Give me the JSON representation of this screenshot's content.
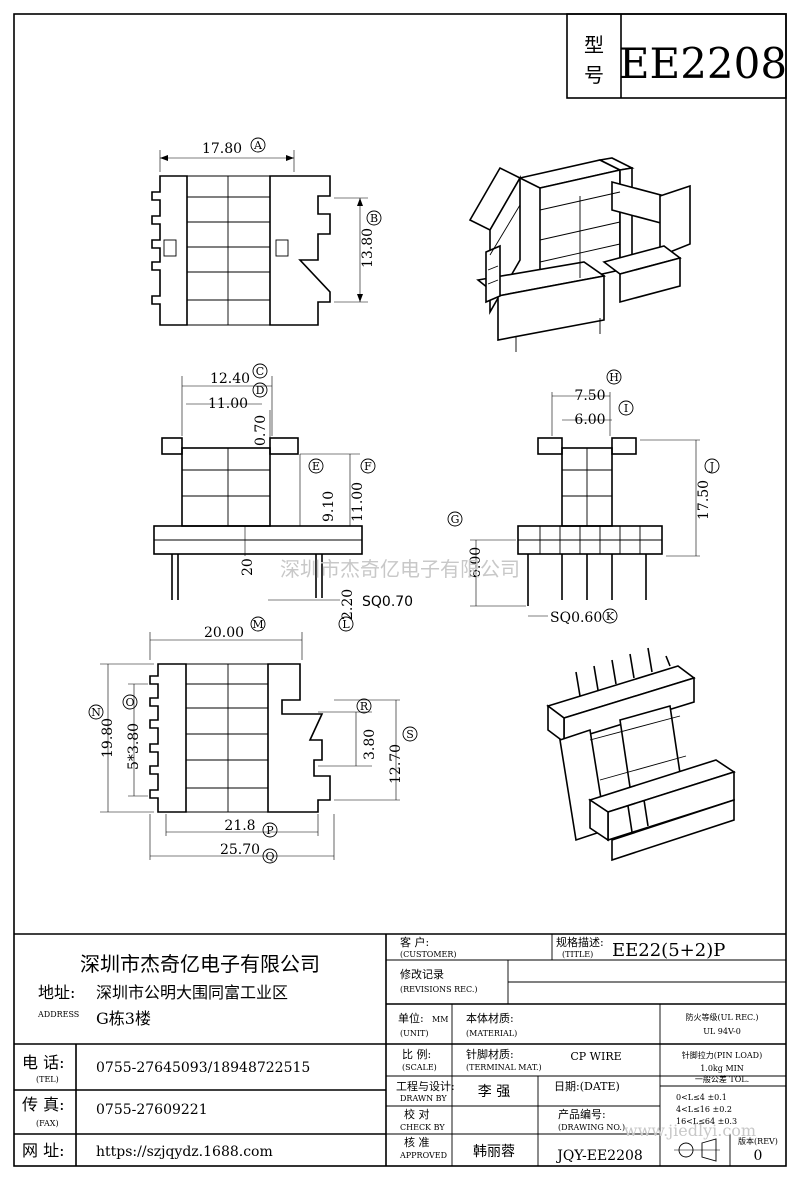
{
  "model": {
    "label_top": "型",
    "label_bottom": "号",
    "value": "EE2208"
  },
  "dimensions": {
    "top_width": "17.80",
    "top_height": "13.80",
    "mid_left_width": "12.40",
    "mid_left_inner": "11.00",
    "mid_left_thk": "0.70",
    "mid_left_h1": "9.10",
    "mid_left_h2": "11.00",
    "mid_left_base": "20",
    "mid_left_pin": "2.20",
    "pin_sq_left": "SQ0.70",
    "mid_right_w1": "7.50",
    "mid_right_w2": "6.00",
    "mid_right_h": "17.50",
    "mid_right_pin": "6.00",
    "pin_sq_right": "SQ0.60",
    "bot_width": "20.00",
    "bot_height": "19.80",
    "bot_pitch": "5*3.80",
    "bot_slot": "3.80",
    "bot_h2": "12.70",
    "bot_inner_w": "21.8",
    "bot_outer_w": "25.70"
  },
  "callouts": [
    "A",
    "B",
    "C",
    "D",
    "E",
    "F",
    "G",
    "H",
    "I",
    "J",
    "K",
    "L",
    "M",
    "N",
    "O",
    "P",
    "Q",
    "R",
    "S"
  ],
  "watermark": "深圳市杰奇亿电子有限公司",
  "title_block": {
    "company": "深圳市杰奇亿电子有限公司",
    "address_label": "地址:",
    "address_label_en": "ADDRESS",
    "address_line1": "深圳市公明大围同富工业区",
    "address_line2": "G栋3楼",
    "tel_label": "电 话:",
    "tel_label_en": "(TEL)",
    "tel": "0755-27645093/18948722515",
    "fax_label": "传 真:",
    "fax_label_en": "(FAX)",
    "fax": "0755-27609221",
    "web_label": "网 址:",
    "web": "https://szjqydz.1688.com",
    "customer_label": "客   户:",
    "customer_label_en": "(CUSTOMER)",
    "title_label": "规格描述:",
    "title_label_en": "(TITLE)",
    "title": "EE22(5+2)P",
    "revisions_label": "修改记录",
    "revisions_label_en": "(REVISIONS REC.)",
    "unit_label": "单位:",
    "unit_label_en": "(UNIT)",
    "unit": "MM",
    "material_label": "本体材质:",
    "material_label_en": "(MATERIAL)",
    "ul_label": "防火等级(UL REC.)",
    "ul": "UL 94V-0",
    "scale_label": "比   例:",
    "scale_label_en": "(SCALE)",
    "terminal_label": "针脚材质:",
    "terminal_label_en": "(TERMINAL MAT.)",
    "terminal": "CP WIRE",
    "pinload_label": "针脚拉力(PIN LOAD)",
    "pinload": "1.0kg MIN",
    "drawn_label": "工程与设计:",
    "drawn_label_en": "DRAWN BY",
    "drawn": "李  强",
    "date_label": "日期:(DATE)",
    "tol_label": "一般公差 TOL.",
    "tol1": "0<L≤4   ±0.1",
    "tol2": "4<L≤16  ±0.2",
    "tol3": "16<L≤64 ±0.3",
    "check_label": "校   对",
    "check_label_en": "CHECK BY",
    "partno_label": "产品编号:",
    "partno_label_en": "(DRAWING NO.)",
    "partno": "JQY-EE2208",
    "approved_label": "核   准",
    "approved_label_en": "APPROVED",
    "approved": "韩丽蓉",
    "rev_label": "版本(REV)",
    "rev": "0",
    "site_watermark": "www.jiedlyi.com"
  }
}
